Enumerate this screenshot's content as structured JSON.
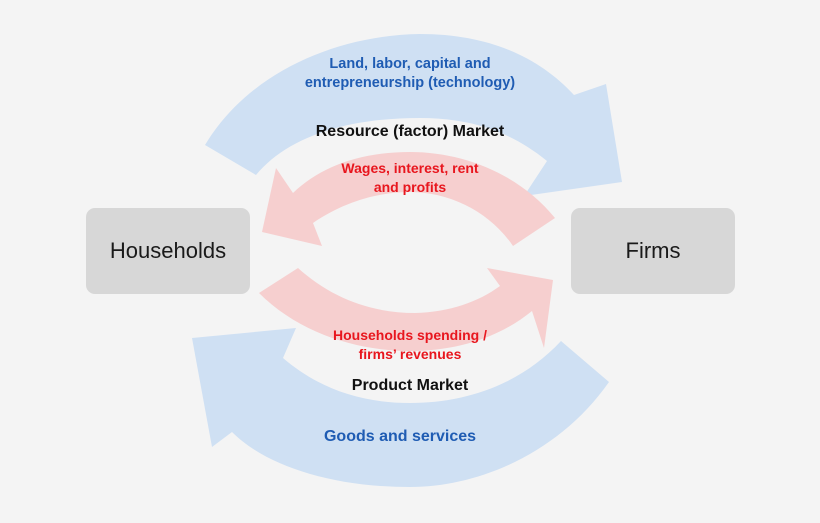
{
  "nodes": {
    "households": "Households",
    "firms": "Firms"
  },
  "labels": {
    "resource_flow": "Land, labor, capital and\nentrepreneurship (technology)",
    "resource_market": "Resource (factor) Market",
    "income_flow": "Wages, interest, rent\nand profits",
    "spending_flow": "Households spending /\nfirms’ revenues",
    "product_market": "Product Market",
    "goods_flow": "Goods and services"
  },
  "colors": {
    "background": "#f4f4f4",
    "box_fill": "#d7d7d7",
    "blue_arrow": "#cfe0f3",
    "red_arrow": "#f6cfcf",
    "blue_text": "#1f5cb3",
    "red_text": "#e8161e",
    "black_text": "#111111"
  }
}
